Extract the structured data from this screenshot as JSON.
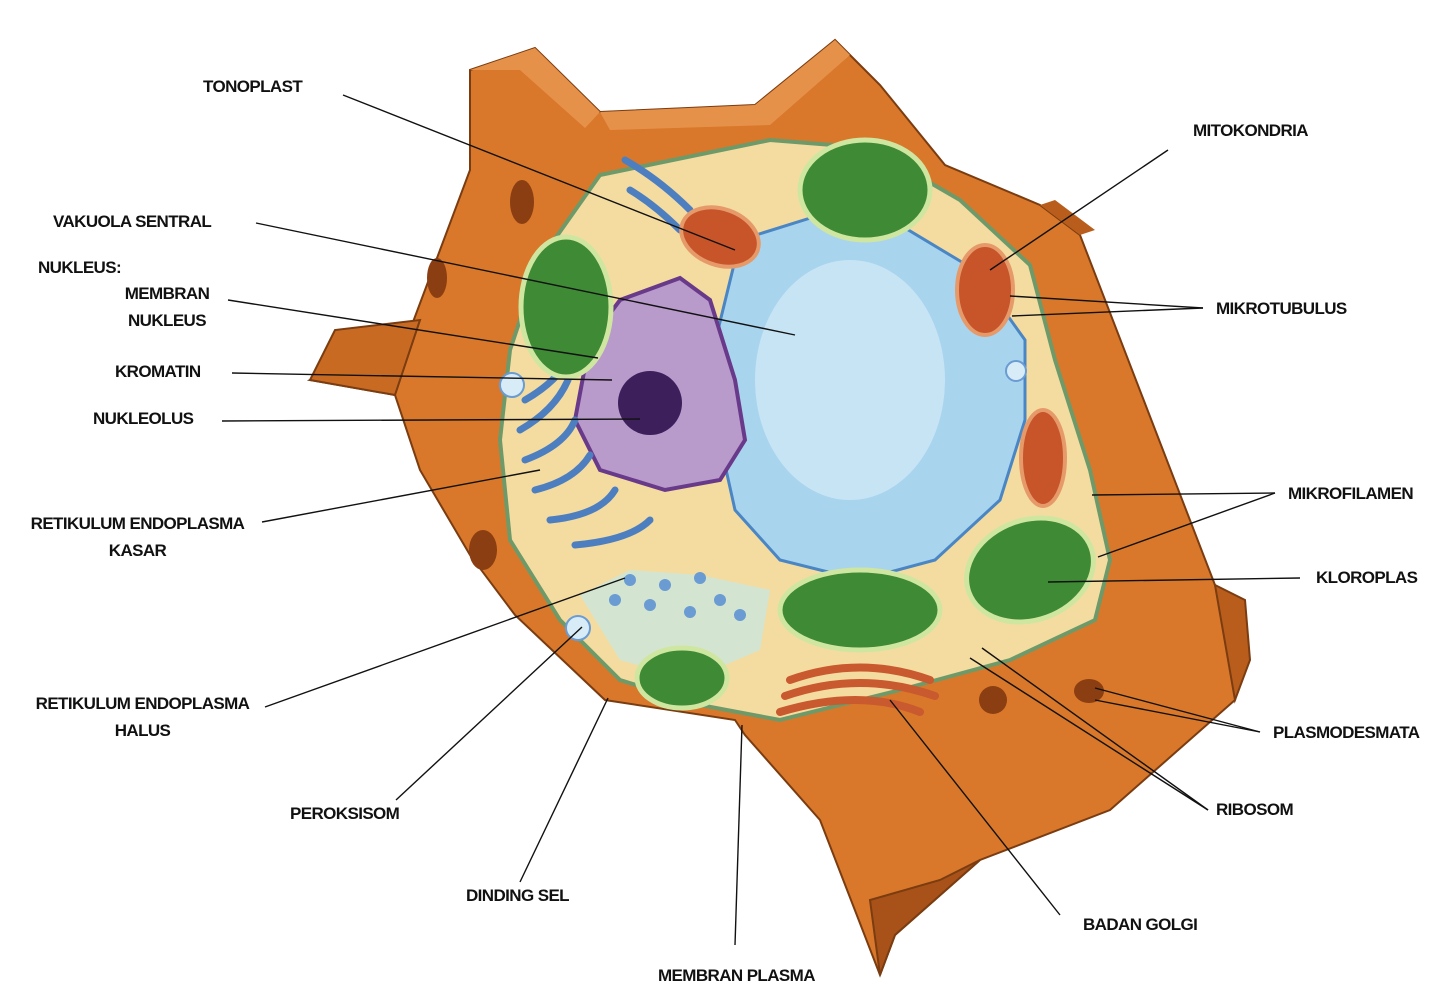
{
  "colors": {
    "cell_wall": "#d9782a",
    "cell_wall_dark": "#b85d1c",
    "cytoplasm": "#f4dca0",
    "vacuole": "#a9d4ee",
    "nucleus": "#b89acb",
    "nucleolus": "#3d1f5c",
    "chloroplast": "#3f8a35",
    "mitochondria": "#c8542a",
    "er": "#4d7fc0",
    "golgi": "#c9592e",
    "leader_line": "#111111"
  },
  "labels": {
    "tonoplast": "TONOPLAST",
    "vakuola_sentral": "VAKUOLA SENTRAL",
    "nukleus": "NUKLEUS:",
    "membran_nukleus_1": "MEMBRAN",
    "membran_nukleus_2": "NUKLEUS",
    "kromatin": "KROMATIN",
    "nukleolus": "NUKLEOLUS",
    "rer_1": "RETIKULUM ENDOPLASMA",
    "rer_2": "KASAR",
    "ser_1": "RETIKULUM ENDOPLASMA",
    "ser_2": "HALUS",
    "peroksisom": "PEROKSISOM",
    "dinding_sel": "DINDING SEL",
    "membran_plasma": "MEMBRAN PLASMA",
    "badan_golgi": "BADAN GOLGI",
    "ribosom": "RIBOSOM",
    "plasmodesmata": "PLASMODESMATA",
    "kloroplas": "KLOROPLAS",
    "mikrofilamen": "MIKROFILAMEN",
    "mikrotubulus": "MIKROTUBULUS",
    "mitokondria": "MITOKONDRIA"
  }
}
